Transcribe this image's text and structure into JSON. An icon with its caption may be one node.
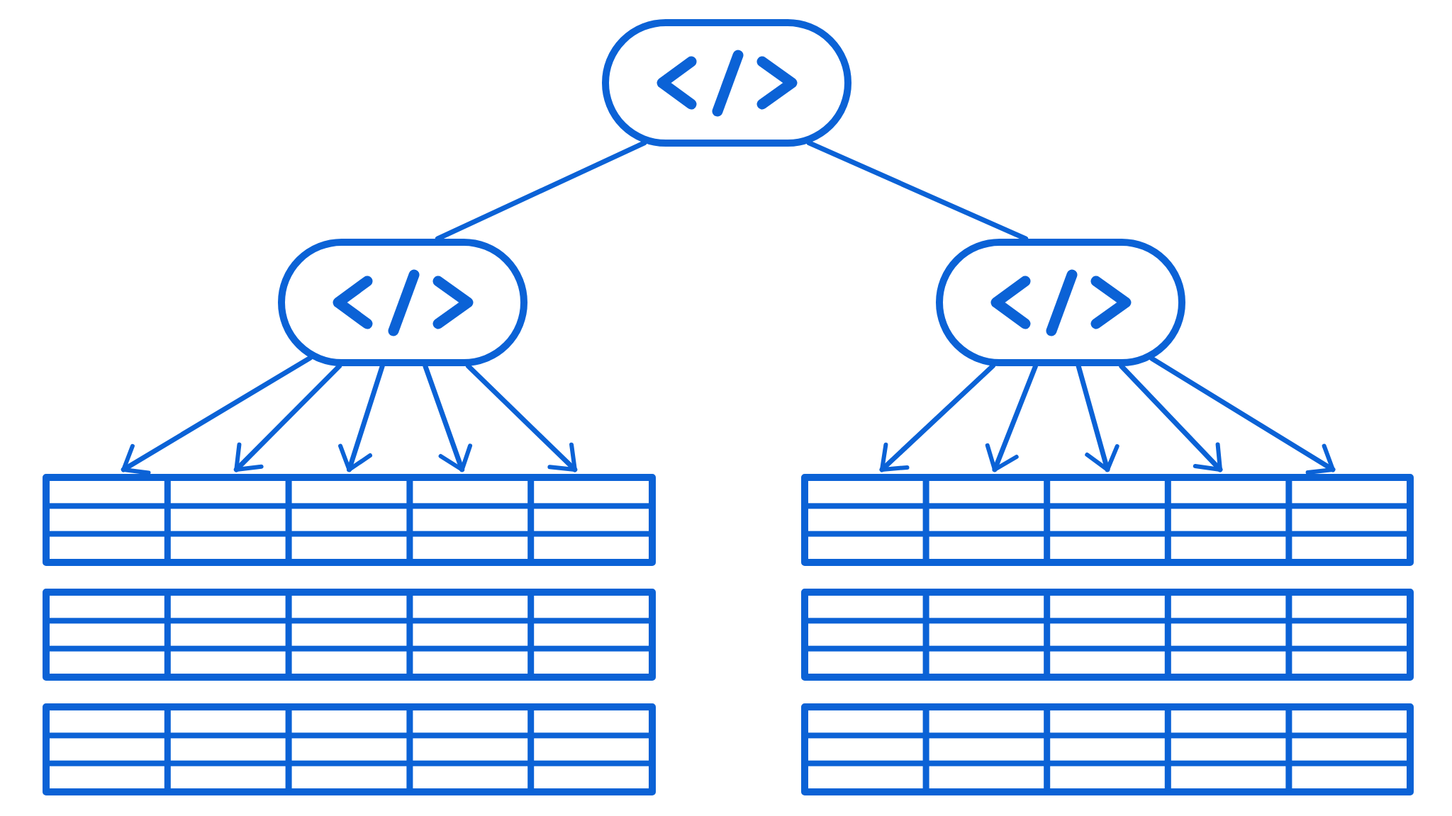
{
  "diagram": {
    "nodes": [
      {
        "text": [],
        "shape": "box"
      },
      {
        "text": [],
        "shape": "box"
      },
      {
        "text": [],
        "shape": "box"
      },
      {
        "text": [],
        "shape": "table"
      },
      {
        "text": [],
        "shape": "table"
      },
      {
        "text": [],
        "shape": "table"
      },
      {
        "text": [],
        "shape": "table"
      },
      {
        "text": [],
        "shape": "table"
      },
      {
        "text": [],
        "shape": "table"
      }
    ],
    "edges": [
      {
        "from": 0,
        "to": 1,
        "arrow": "none"
      },
      {
        "from": 0,
        "to": 2,
        "arrow": "none"
      },
      {
        "from": 1,
        "to": 3,
        "arrow": "to"
      },
      {
        "from": 1,
        "to": 3,
        "arrow": "to"
      },
      {
        "from": 1,
        "to": 3,
        "arrow": "to"
      },
      {
        "from": 1,
        "to": 3,
        "arrow": "to"
      },
      {
        "from": 1,
        "to": 3,
        "arrow": "to"
      },
      {
        "from": 2,
        "to": 4,
        "arrow": "to"
      },
      {
        "from": 2,
        "to": 4,
        "arrow": "to"
      },
      {
        "from": 2,
        "to": 4,
        "arrow": "to"
      },
      {
        "from": 2,
        "to": 4,
        "arrow": "to"
      },
      {
        "from": 2,
        "to": 4,
        "arrow": "to"
      }
    ]
  }
}
